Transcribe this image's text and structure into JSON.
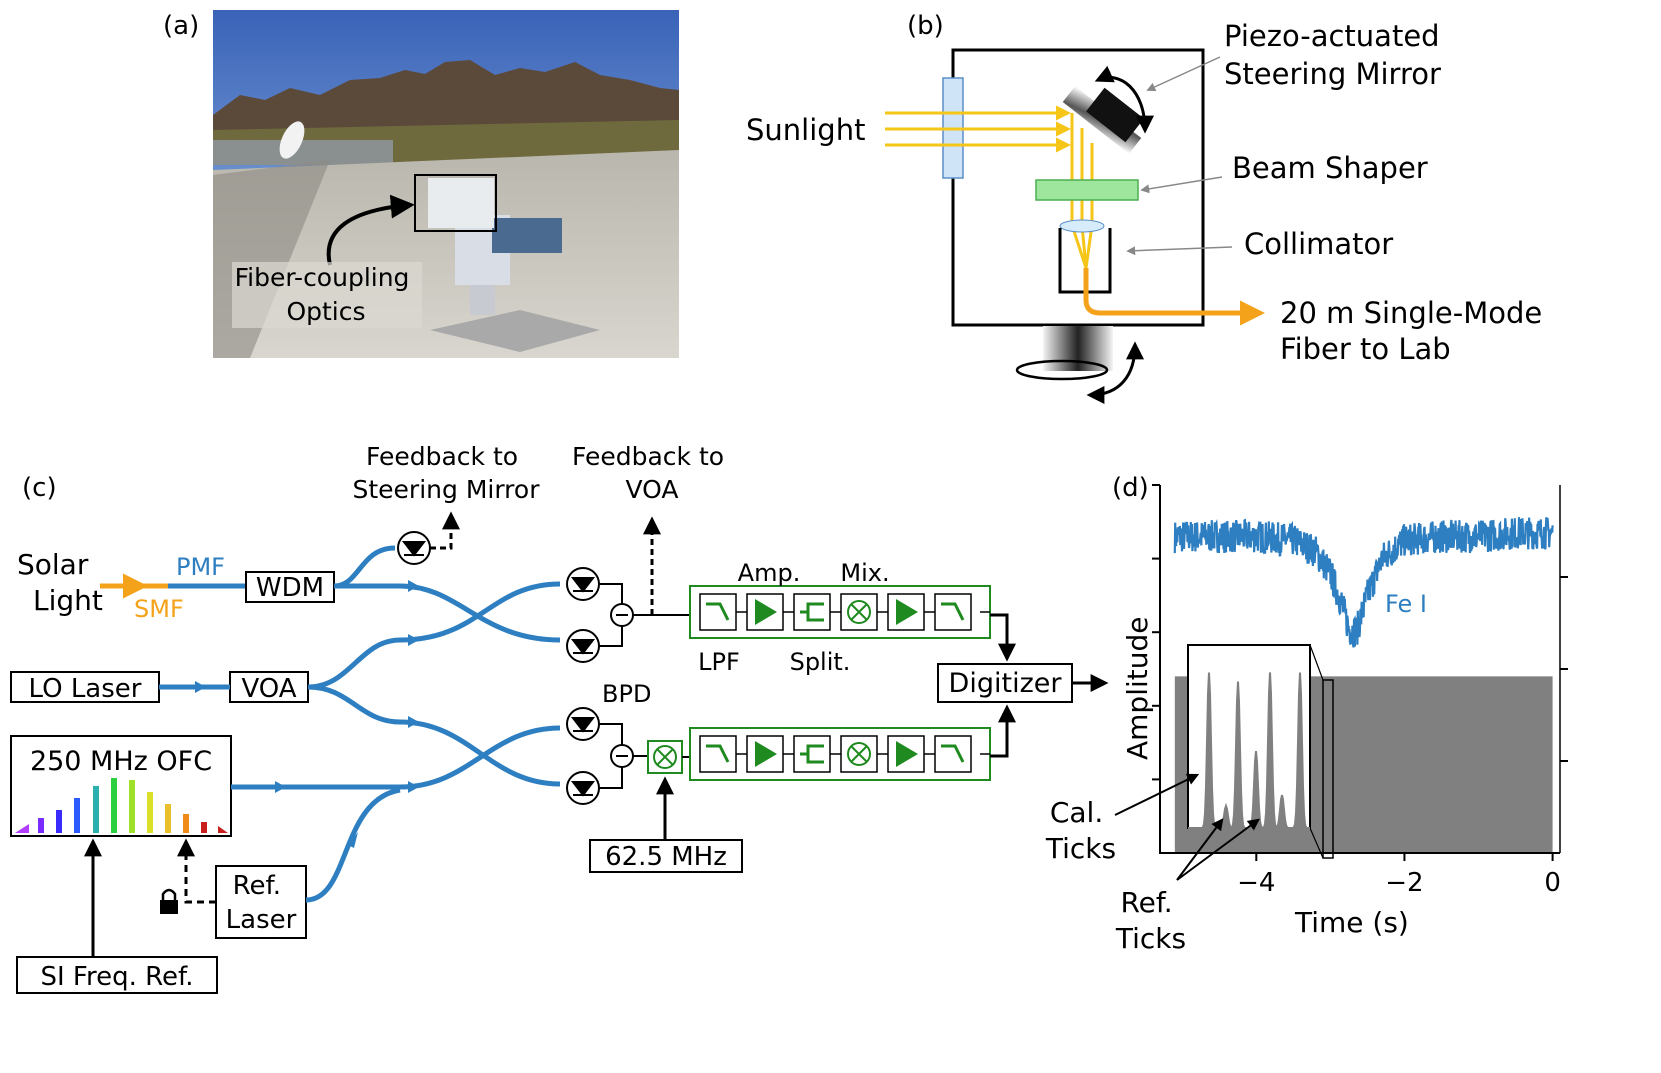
{
  "panel_a": {
    "label": "(a)",
    "annotation": [
      "Fiber-coupling",
      "Optics"
    ]
  },
  "panel_b": {
    "label": "(b)",
    "input": "Sunlight",
    "mirror": [
      "Piezo-actuated",
      "Steering Mirror"
    ],
    "shaper": "Beam Shaper",
    "collimator": "Collimator",
    "output": [
      "20 m Single-Mode",
      "Fiber to Lab"
    ]
  },
  "panel_c": {
    "label": "(c)",
    "solar": [
      "Solar",
      "Light"
    ],
    "pmf": "PMF",
    "smf": "SMF",
    "wdm": "WDM",
    "lo_laser": "LO Laser",
    "voa": "VOA",
    "ofc": "250 MHz OFC",
    "si_ref": "SI Freq. Ref.",
    "ref_laser": [
      "Ref.",
      "Laser"
    ],
    "fb_mirror": [
      "Feedback to",
      "Steering Mirror"
    ],
    "fb_voa": [
      "Feedback to",
      "VOA"
    ],
    "chain_labels": {
      "amp": "Amp.",
      "mix": "Mix.",
      "lpf": "LPF",
      "split": "Split."
    },
    "bpd": "BPD",
    "digitizer": "Digitizer",
    "freq": "62.5 MHz",
    "colors": {
      "fiber": "#2e7fc1",
      "smf": "#f5a21b",
      "chain": "#1f8a1f"
    }
  },
  "chart_data": {
    "type": "line",
    "panel_label": "(d)",
    "xlabel": "Time (s)",
    "ylabel": "Amplitude",
    "xlim": [
      -5.3,
      0.1
    ],
    "xticks": [
      -4,
      -2,
      0
    ],
    "xtick_labels": [
      "−4",
      "−2",
      "0"
    ],
    "series": [
      {
        "name": "Fe I",
        "color": "#2e7fc1",
        "x": [
          -5.1,
          -4.5,
          -4.0,
          -3.5,
          -3.2,
          -3.0,
          -2.85,
          -2.75,
          -2.65,
          -2.5,
          -2.3,
          -2.0,
          -1.5,
          -1.0,
          -0.5,
          0.0
        ],
        "y": [
          0.86,
          0.86,
          0.86,
          0.85,
          0.82,
          0.76,
          0.68,
          0.61,
          0.6,
          0.7,
          0.8,
          0.85,
          0.86,
          0.86,
          0.87,
          0.87
        ]
      },
      {
        "name": "",
        "color": "#808080",
        "x": [
          -5.1,
          0.0
        ],
        "y": [
          0.48,
          0.48
        ]
      }
    ],
    "annotations": [
      "Cal.",
      "Ticks",
      "Ref.",
      "Ticks"
    ],
    "inset": {
      "range_note": "zoom of early trace",
      "peaks": 7
    }
  }
}
